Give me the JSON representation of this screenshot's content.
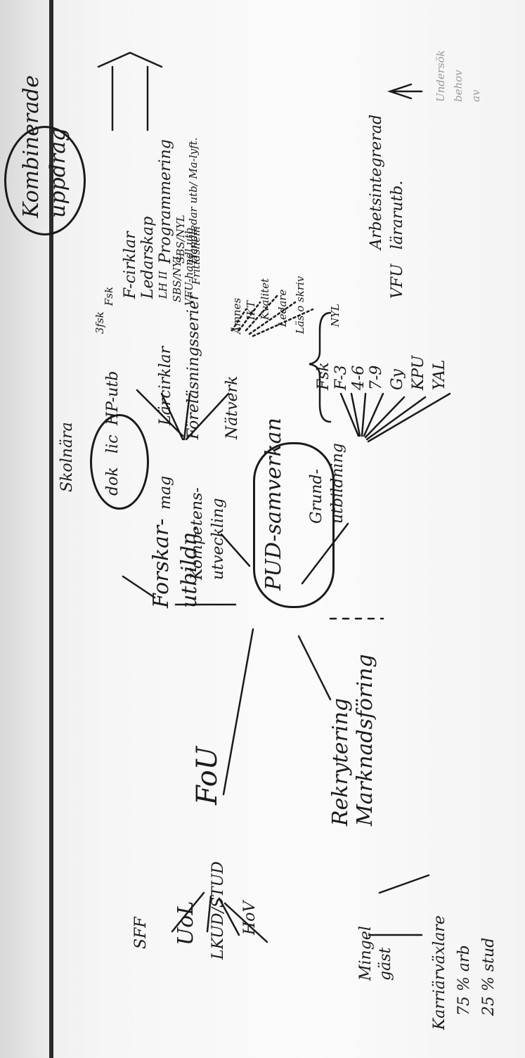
{
  "mindmap": {
    "center": "PUD-samverkan",
    "kombinerade": [
      "Kombinerade",
      "uppdrag"
    ],
    "forskar": {
      "label": [
        "Forskar-",
        "utbildn."
      ],
      "skolnara": "Skolnära",
      "dok": "dok",
      "lic": "lic",
      "mag": "mag"
    },
    "kompetens": {
      "label": [
        "Kompetens-",
        "utveckling"
      ],
      "hp_utb": "HP-utb",
      "hp_sub": {
        "fsk": "3fsk",
        "f_cirklar_top": "Fsk",
        "f_cirklar": "F-cirklar",
        "ledarskap": "Ledarskap",
        "lh": "LH II",
        "sbs": "SBS/NYL",
        "vfu": "VFU-handl.utb"
      },
      "larcirklar": "Lärcirklar",
      "larcirklar_sub": {
        "programmering": "Programmering",
        "sbs_nyl": "SBS/NYL",
        "handledar": "Handledar utb/ Ma-lyft."
      },
      "forelasning": "Föreläsningsserier",
      "fritidshem": "Fritidshem",
      "natverk": "Nätverk",
      "natverk_sub": {
        "amnes": "Ämnes",
        "ikt": "IKT",
        "kvalitet": "Kvalitet",
        "ledare": "Ledare",
        "las_skriv": "Läs o skriv",
        "nyl": "NYL"
      }
    },
    "grund": {
      "label": [
        "Grund-",
        "utbildning"
      ],
      "levels": [
        "Fsk",
        "F-3",
        "4-6",
        "7-9",
        "Gy",
        "KPU",
        "YAL"
      ],
      "vfu": "VFU",
      "arbets": [
        "Arbetsintegrerad",
        "lärarutb."
      ],
      "margin_note": [
        "Undersök",
        "behov",
        "av"
      ]
    },
    "fou": {
      "label": "FoU",
      "sff": "SFF",
      "uol": "UoL",
      "lkud": "LKUD/STUD",
      "hov": "HoV"
    },
    "rekrytering": {
      "label": [
        "Rekrytering",
        "Marknadsföring"
      ],
      "mingel": [
        "Mingel",
        "gäst"
      ],
      "karriar": [
        "Karriärväxlare",
        "75 % arb",
        "25 % stud"
      ]
    }
  },
  "colors": {
    "ink": "#1a1a1a",
    "board": "#fafafa",
    "edge": "#2b2b2b"
  }
}
